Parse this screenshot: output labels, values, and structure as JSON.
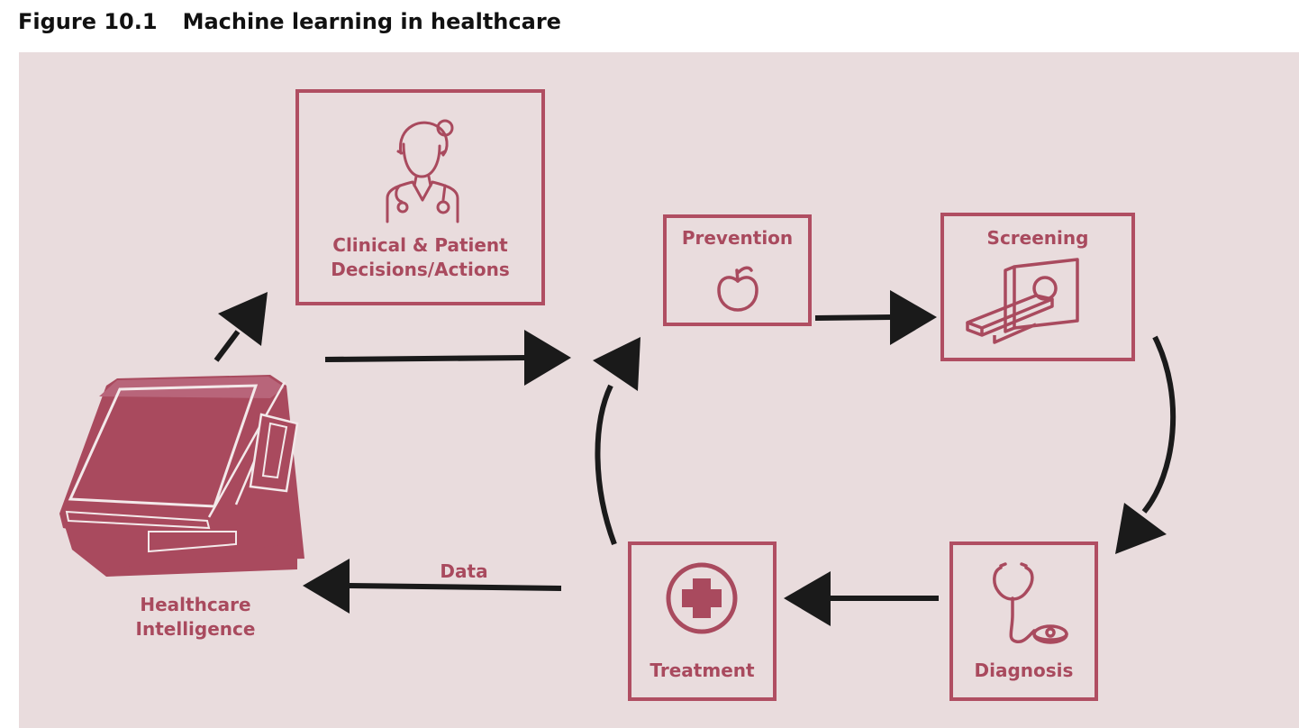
{
  "figure": {
    "number": "Figure 10.1",
    "title": "Machine learning in healthcare"
  },
  "colors": {
    "panel_background": "#e9dcdd",
    "accent": "#a94a5e",
    "arrow": "#1a1a1a"
  },
  "nodes": {
    "clinical": {
      "line1": "Clinical & Patient",
      "line2": "Decisions/Actions",
      "icon": "doctor-icon"
    },
    "prevention": {
      "label": "Prevention",
      "icon": "apple-icon"
    },
    "screening": {
      "label": "Screening",
      "icon": "ct-scanner-icon"
    },
    "diagnosis": {
      "label": "Diagnosis",
      "icon": "stethoscope-icon"
    },
    "treatment": {
      "label": "Treatment",
      "icon": "medical-cross-icon"
    },
    "intelligence": {
      "line1": "Healthcare",
      "line2": "Intelligence",
      "icon": "computer-terminal-icon"
    }
  },
  "edges": {
    "data_label": "Data"
  }
}
